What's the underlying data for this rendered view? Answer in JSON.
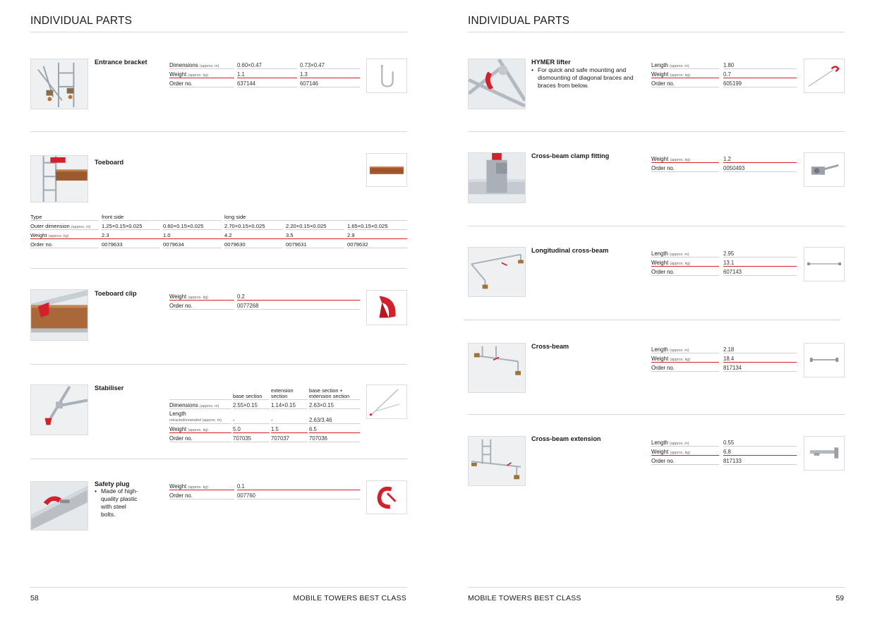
{
  "left_page": {
    "header": "INDIVIDUAL PARTS",
    "page_number": "58",
    "footer": "MOBILE TOWERS BEST CLASS",
    "entrance_bracket": {
      "name": "Entrance bracket",
      "dimensions_label": "Dimensions",
      "dimensions_unit": "(approx. m)",
      "weight_label": "Weight",
      "weight_unit": "(approx. kg)",
      "order_label": "Order no.",
      "col1": {
        "dim": "0.60×0.47",
        "weight": "1.1",
        "order": "637144"
      },
      "col2": {
        "dim": "0.73×0.47",
        "weight": "1.3",
        "order": "607146"
      }
    },
    "toeboard": {
      "name": "Toeboard",
      "type_label": "Type",
      "front_side": "front side",
      "long_side": "long side",
      "outer_label": "Outer dimension",
      "outer_unit": "(approx. m)",
      "weight_label": "Weight",
      "weight_unit": "(approx. kg)",
      "order_label": "Order no.",
      "columns": [
        {
          "dim": "1.25×0.15×0.025",
          "weight": "2.3",
          "order": "0079633"
        },
        {
          "dim": "0.60×0.15×0.025",
          "weight": "1.0",
          "order": "0079634"
        },
        {
          "dim": "2.70×0.15×0.025",
          "weight": "4.2",
          "order": "0079630"
        },
        {
          "dim": "2.20×0.15×0.025",
          "weight": "3.5",
          "order": "0079631"
        },
        {
          "dim": "1.65×0.15×0.025",
          "weight": "2.9",
          "order": "0079632"
        }
      ]
    },
    "toeboard_clip": {
      "name": "Toeboard clip",
      "weight_label": "Weight",
      "weight_unit": "(approx. kg)",
      "weight": "0.2",
      "order_label": "Order no.",
      "order": "0077268"
    },
    "stabiliser": {
      "name": "Stabiliser",
      "h1": "base section",
      "h2": "extension section",
      "h3": "base section + extension section",
      "dimensions_label": "Dimensions",
      "dimensions_unit": "(approx. m)",
      "length_label": "Length",
      "length_unit": "retracted/extended (approx. m)",
      "weight_label": "Weight",
      "weight_unit": "(approx. kg)",
      "order_label": "Order no.",
      "c1": {
        "dim": "2.55×0.15",
        "len": "-",
        "weight": "5.0",
        "order": "707035"
      },
      "c2": {
        "dim": "1.14×0.15",
        "len": "-",
        "weight": "1.5",
        "order": "707037"
      },
      "c3": {
        "dim": "2.63×0.15",
        "len": "2.63/3.46",
        "weight": "6.5",
        "order": "707036"
      }
    },
    "safety_plug": {
      "name": "Safety plug",
      "bullet": "Made of high-quality plastic with steel bolts.",
      "weight_label": "Weight",
      "weight_unit": "(approx. kg)",
      "weight": "0.1",
      "order_label": "Order no.",
      "order": "007760"
    }
  },
  "right_page": {
    "header": "INDIVIDUAL PARTS",
    "page_number": "59",
    "footer": "MOBILE TOWERS BEST CLASS",
    "hymer_lifter": {
      "name": "HYMER lifter",
      "bullet": "For quick and safe mounting and dismounting of diagonal braces and braces from below.",
      "length_label": "Length",
      "length_unit": "(approx. m)",
      "length": "1.80",
      "weight_label": "Weight",
      "weight_unit": "(approx. kg)",
      "weight": "0.7",
      "order_label": "Order no.",
      "order": "605199"
    },
    "clamp_fitting": {
      "name": "Cross-beam clamp fitting",
      "weight_label": "Weight",
      "weight_unit": "(approx. kg)",
      "weight": "1.2",
      "order_label": "Order no.",
      "order": "0050493"
    },
    "longitudinal": {
      "name": "Longitudinal cross-beam",
      "length_label": "Length",
      "length_unit": "(approx. m)",
      "length": "2.95",
      "weight_label": "Weight",
      "weight_unit": "(approx. kg)",
      "weight": "13.1",
      "order_label": "Order no.",
      "order": "607143"
    },
    "cross_beam": {
      "name": "Cross-beam",
      "length_label": "Length",
      "length_unit": "(approx. m)",
      "length": "2.18",
      "weight_label": "Weight",
      "weight_unit": "(approx. kg)",
      "weight": "18.4",
      "order_label": "Order no.",
      "order": "817134"
    },
    "extension": {
      "name": "Cross-beam extension",
      "length_label": "Length",
      "length_unit": "(approx. m)",
      "length": "0.55",
      "weight_label": "Weight",
      "weight_unit": "(approx. kg)",
      "weight": "6.8",
      "order_label": "Order no.",
      "order": "817133"
    }
  },
  "colors": {
    "accent": "#d4202a",
    "rule": "#d6d6d6",
    "text": "#1a1a1a"
  },
  "icons": {
    "entrance_bracket_thumb": "hook-bracket-icon",
    "toeboard_thumb": "wooden-plank-icon",
    "toeboard_clip_thumb": "red-clip-icon",
    "stabiliser_thumb": "stabiliser-strut-icon",
    "safety_plug_thumb": "red-safety-plug-icon",
    "hymer_lifter_thumb": "lifter-pole-icon",
    "clamp_fitting_thumb": "clamp-fitting-icon",
    "longitudinal_thumb": "long-beam-icon",
    "cross_beam_thumb": "cross-beam-icon",
    "extension_thumb": "beam-extension-icon"
  }
}
